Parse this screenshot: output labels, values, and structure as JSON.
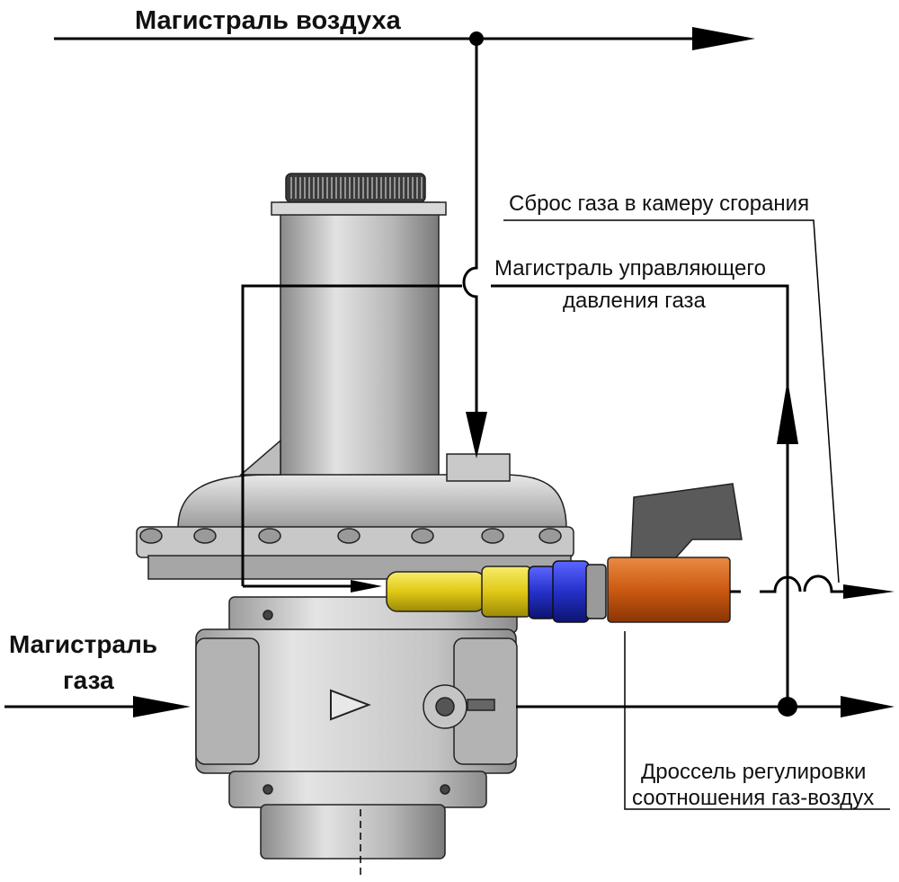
{
  "labels": {
    "air_main": "Магистраль  воздуха",
    "gas_main_line1": "Магистраль",
    "gas_main_line2": "газа",
    "gas_discharge": "Сброс газа в камеру сгорания",
    "control_line1": "Магистраль управляющего",
    "control_line2": "давления газа",
    "throttle_line1": "Дроссель регулировки",
    "throttle_line2": "соотношения газ-воздух"
  },
  "colors": {
    "line": "#000000",
    "body_light": "#d6d6d6",
    "body_mid": "#a9a9a9",
    "body_dark": "#6e6e6e",
    "fitting_yellow": "#e8d51f",
    "fitting_blue": "#2430c8",
    "valve_orange": "#cc5a12",
    "handle_gray": "#5a5a5a"
  }
}
